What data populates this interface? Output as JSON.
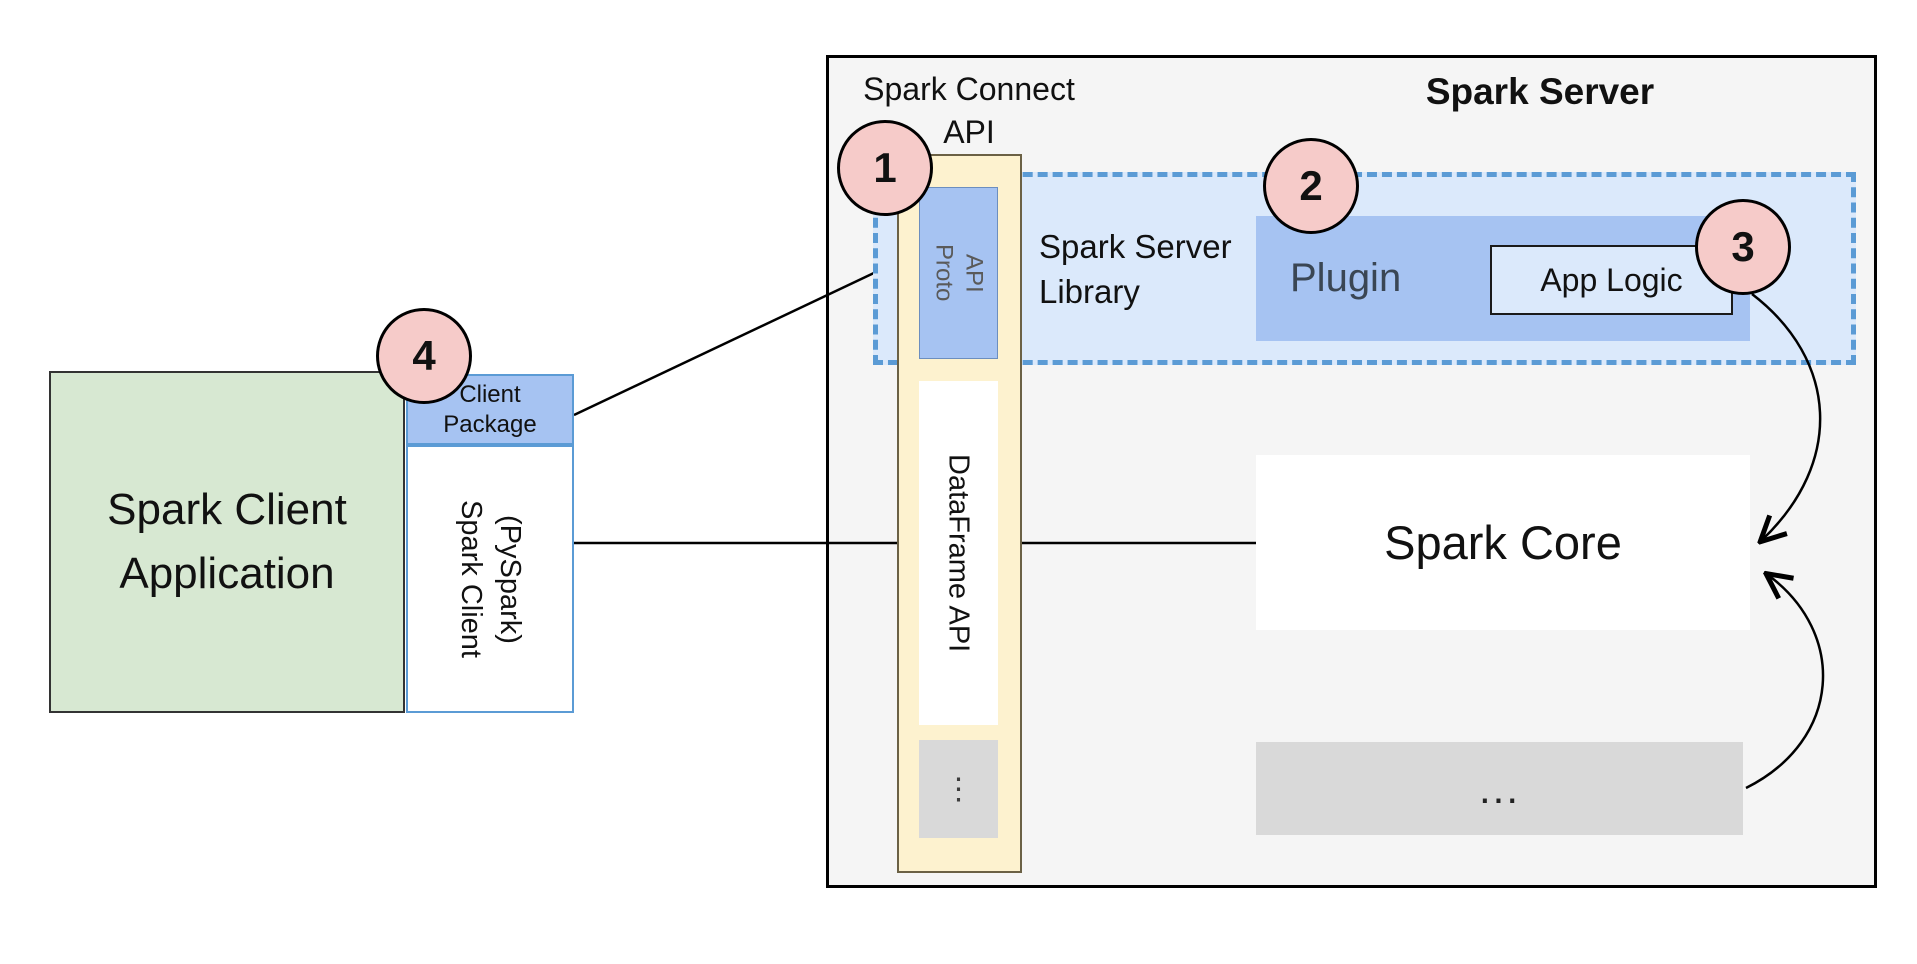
{
  "colors": {
    "blue_fill": "#a6c3f2",
    "light_blue_fill": "#dbe9fb",
    "dashed_border": "#5b9bd5",
    "yellow_fill": "#fdf2cf",
    "yellow_border": "#6b6145",
    "green_fill": "#d7e8d2",
    "gray_fill": "#d9d9d9",
    "server_fill": "#f5f5f5",
    "circle_fill": "#f6cbc9",
    "line_color": "#000000"
  },
  "server": {
    "title": "Spark Server",
    "connect_api_label": "Spark Connect API",
    "library_label": "Spark Server Library",
    "plugin_label": "Plugin",
    "app_logic_label": "App Logic",
    "proto_api_label": "Proto API",
    "dataframe_api_label": "DataFrame API",
    "api_more": "⋮",
    "core_label": "Spark Core",
    "core_more": "..."
  },
  "client": {
    "application_label": "Spark Client Application",
    "package_label": "Client Package",
    "client_label": "Spark Client (PySpark)"
  },
  "badges": [
    "1",
    "2",
    "3",
    "4"
  ]
}
